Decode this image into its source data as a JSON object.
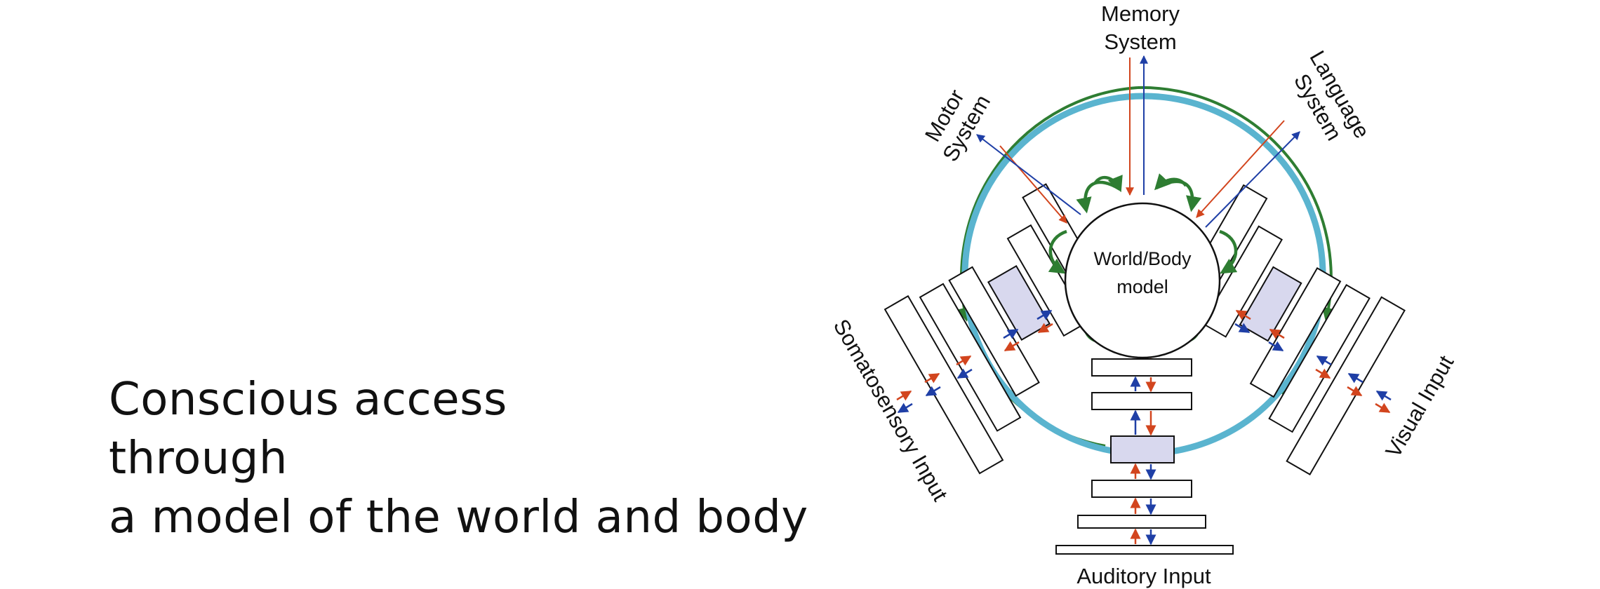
{
  "title": {
    "lines": [
      "Conscious access",
      "through",
      "a model of the world and body"
    ]
  },
  "diagram": {
    "center": {
      "line1": "World/Body",
      "line2": "model"
    },
    "systems": {
      "memory": [
        "Memory",
        "System"
      ],
      "motor": [
        "Motor",
        "System"
      ],
      "language": [
        "Language",
        "System"
      ]
    },
    "inputs": {
      "somatosensory": "Somatosensory Input",
      "visual": "Visual Input",
      "auditory": "Auditory Input"
    },
    "colors": {
      "workspace_ring": "#5ab4cf",
      "outer_ring": "#2e7d32",
      "ascending_arrow": "#1f3fa6",
      "descending_arrow": "#d2451e",
      "hub_fill": "#d8d8ee"
    }
  }
}
